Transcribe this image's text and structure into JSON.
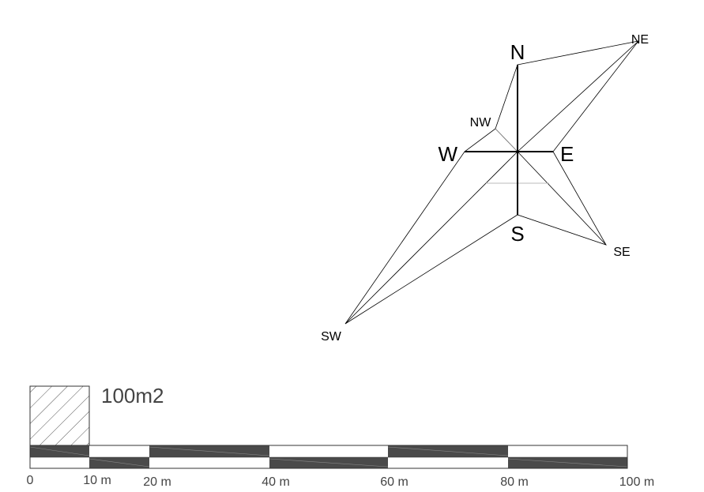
{
  "compass": {
    "labels": {
      "N": "N",
      "NE": "NE",
      "E": "E",
      "SE": "SE",
      "S": "S",
      "SW": "SW",
      "W": "W",
      "NW": "NW"
    }
  },
  "area_reference": {
    "label": "100m2"
  },
  "scale_bar": {
    "tick_labels": [
      "0",
      "10 m",
      "20 m",
      "40 m",
      "60 m",
      "80 m",
      "100 m"
    ]
  },
  "colors": {
    "line": "#000000",
    "scale_dark": "#4a4a4a",
    "scale_light": "#ffffff",
    "text_gray": "#444444"
  }
}
